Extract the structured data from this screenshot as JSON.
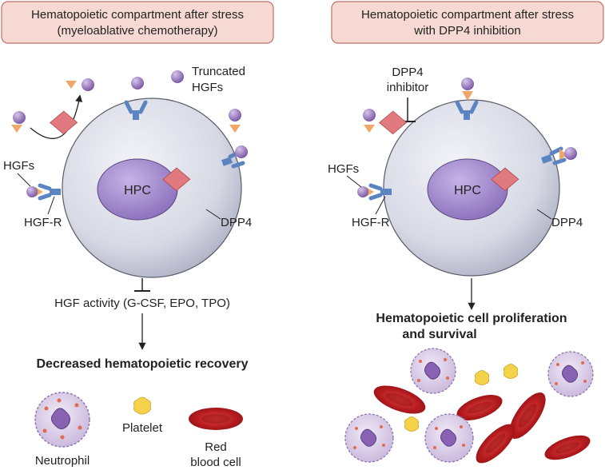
{
  "left_panel": {
    "header_line1": "Hematopoietic compartment after stress",
    "header_line2": "(myeloablative chemotherapy)",
    "truncated_line1": "Truncated",
    "truncated_line2": "HGFs",
    "hgfs": "HGFs",
    "hgfr": "HGF-R",
    "hpc": "HPC",
    "dpp4": "DPP4",
    "activity": "HGF activity (G-CSF, EPO, TPO)",
    "outcome": "Decreased hematopoietic recovery",
    "legend": {
      "neutrophil": "Neutrophil",
      "platelet": "Platelet",
      "rbc_line1": "Red",
      "rbc_line2": "blood cell"
    }
  },
  "right_panel": {
    "header_line1": "Hematopoietic compartment after stress",
    "header_line2": "with DPP4 inhibition",
    "inhibitor_line1": "DPP4",
    "inhibitor_line2": "inhibitor",
    "hgfs": "HGFs",
    "hgfr": "HGF-R",
    "hpc": "HPC",
    "dpp4": "DPP4",
    "outcome_line1": "Hematopoietic cell proliferation",
    "outcome_line2": "and survival"
  },
  "colors": {
    "header_fill": "#f6d9d2",
    "header_stroke": "#c0706a",
    "cell_fill": "#d9dbe6",
    "nucleus_fill": "#a68fcc",
    "receptor": "#5b84c0",
    "dpp4": "#e07a7e",
    "hgf_ball": "#8f6bb3",
    "triangle": "#f0a868",
    "rbc": "#c42024",
    "platelet": "#f4d24a"
  }
}
